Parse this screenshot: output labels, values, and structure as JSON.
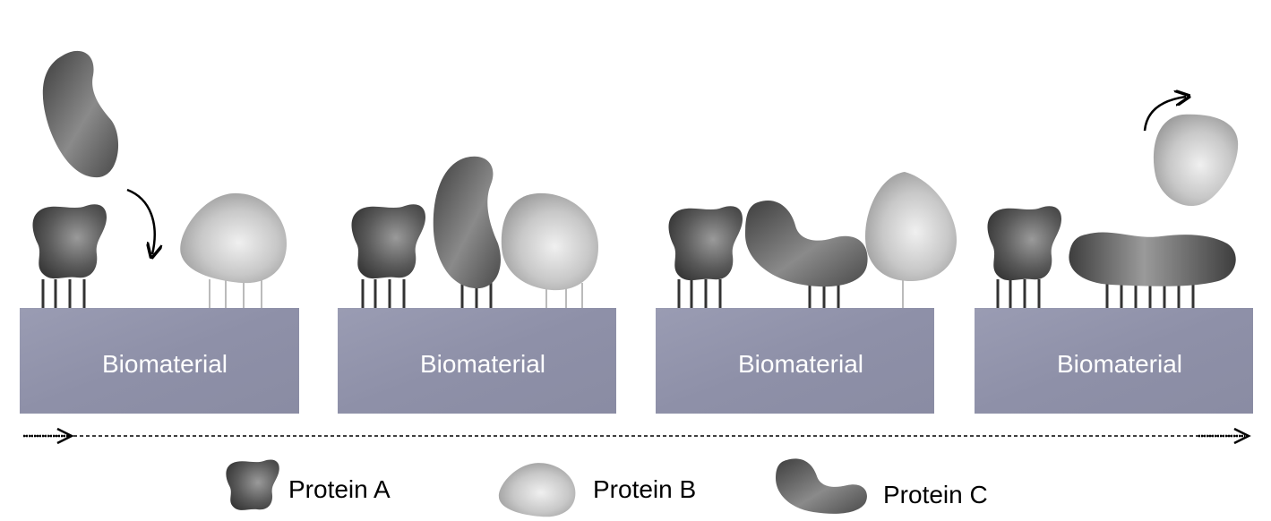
{
  "panels": [
    {
      "label": "Biomaterial"
    },
    {
      "label": "Biomaterial"
    },
    {
      "label": "Biomaterial"
    },
    {
      "label": "Biomaterial"
    }
  ],
  "legend": {
    "protein_a": "Protein A",
    "protein_b": "Protein B",
    "protein_c": "Protein C"
  },
  "colors": {
    "biomaterial": "#8c8fa8",
    "protein_a": "#4a4a4a",
    "protein_b": "#c4c4c4",
    "protein_c": "#555555",
    "arrow": "#000000"
  }
}
